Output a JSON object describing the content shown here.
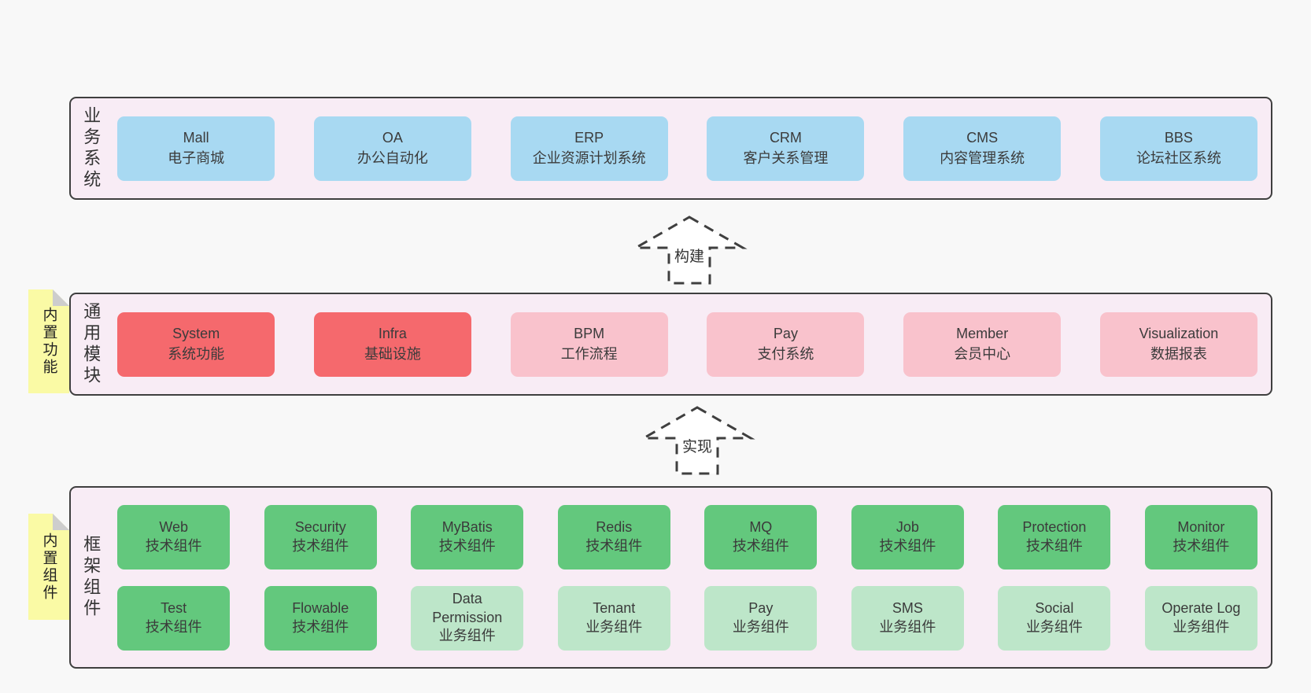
{
  "colors": {
    "page-bg": "#f8f8f8",
    "panel-bg": "#f8ecf5",
    "panel-border": "#3f3f3f",
    "blue": "#a8d9f2",
    "red": "#f5696d",
    "pink": "#f9c2cc",
    "green": "#63c87d",
    "lightgreen": "#bde6c9",
    "yellow": "#fafaa5",
    "fold": "#cdcdcd",
    "text": "#3b3b3b"
  },
  "arrows": [
    {
      "label": "构建"
    },
    {
      "label": "实现"
    }
  ],
  "layers": {
    "business": {
      "label": "业务系统",
      "boxes": [
        {
          "name": "Mall",
          "desc": "电子商城",
          "variant": "blue"
        },
        {
          "name": "OA",
          "desc": "办公自动化",
          "variant": "blue"
        },
        {
          "name": "ERP",
          "desc": "企业资源计划系统",
          "variant": "blue"
        },
        {
          "name": "CRM",
          "desc": "客户关系管理",
          "variant": "blue"
        },
        {
          "name": "CMS",
          "desc": "内容管理系统",
          "variant": "blue"
        },
        {
          "name": "BBS",
          "desc": "论坛社区系统",
          "variant": "blue"
        }
      ]
    },
    "modules": {
      "label": "通用模块",
      "note": "内置功能",
      "boxes": [
        {
          "name": "System",
          "desc": "系统功能",
          "variant": "red"
        },
        {
          "name": "Infra",
          "desc": "基础设施",
          "variant": "red"
        },
        {
          "name": "BPM",
          "desc": "工作流程",
          "variant": "pink"
        },
        {
          "name": "Pay",
          "desc": "支付系统",
          "variant": "pink"
        },
        {
          "name": "Member",
          "desc": "会员中心",
          "variant": "pink"
        },
        {
          "name": "Visualization",
          "desc": "数据报表",
          "variant": "pink"
        }
      ]
    },
    "framework": {
      "label": "框架组件",
      "note": "内置组件",
      "rows": [
        [
          {
            "name": "Web",
            "desc": "技术组件",
            "variant": "green"
          },
          {
            "name": "Security",
            "desc": "技术组件",
            "variant": "green"
          },
          {
            "name": "MyBatis",
            "desc": "技术组件",
            "variant": "green"
          },
          {
            "name": "Redis",
            "desc": "技术组件",
            "variant": "green"
          },
          {
            "name": "MQ",
            "desc": "技术组件",
            "variant": "green"
          },
          {
            "name": "Job",
            "desc": "技术组件",
            "variant": "green"
          },
          {
            "name": "Protection",
            "desc": "技术组件",
            "variant": "green"
          },
          {
            "name": "Monitor",
            "desc": "技术组件",
            "variant": "green"
          }
        ],
        [
          {
            "name": "Test",
            "desc": "技术组件",
            "variant": "green"
          },
          {
            "name": "Flowable",
            "desc": "技术组件",
            "variant": "green"
          },
          {
            "name": "Data Permission",
            "desc": "业务组件",
            "variant": "lightgreen"
          },
          {
            "name": "Tenant",
            "desc": "业务组件",
            "variant": "lightgreen"
          },
          {
            "name": "Pay",
            "desc": "业务组件",
            "variant": "lightgreen"
          },
          {
            "name": "SMS",
            "desc": "业务组件",
            "variant": "lightgreen"
          },
          {
            "name": "Social",
            "desc": "业务组件",
            "variant": "lightgreen"
          },
          {
            "name": "Operate Log",
            "desc": "业务组件",
            "variant": "lightgreen"
          }
        ]
      ]
    }
  }
}
